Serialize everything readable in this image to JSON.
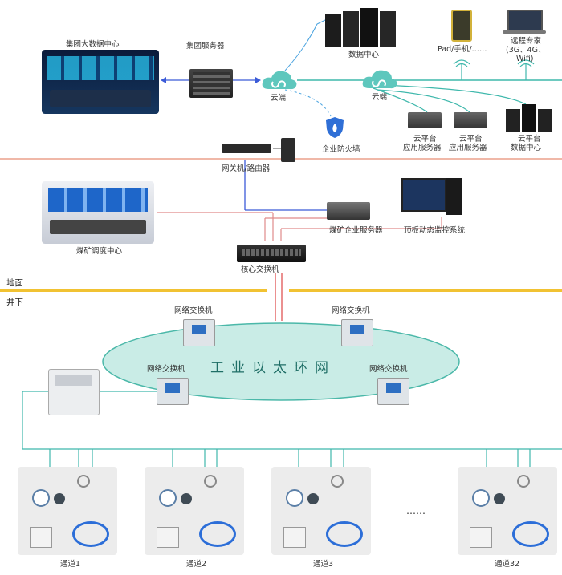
{
  "labels": {
    "group_bigdata": "集团大数据中心",
    "group_server": "集团服务器",
    "cloud_left": "云端",
    "datacenter": "数据中心",
    "pad": "Pad/手机/……",
    "expert_1": "远程专家",
    "expert_2": "(3G、4G、",
    "expert_3": "Wifi)",
    "cloud_right": "云端",
    "cloud_app1_1": "云平台",
    "cloud_app1_2": "应用服务器",
    "cloud_app2_1": "云平台",
    "cloud_app2_2": "应用服务器",
    "cloud_data_1": "云平台",
    "cloud_data_2": "数据中心",
    "firewall": "企业防火墙",
    "gateway": "网关机/路由器",
    "dispatch": "煤矿调度中心",
    "mine_server": "煤矿企业服务器",
    "roof_system": "顶板动态监控系统",
    "core_switch": "核心交换机",
    "zone_surface": "地面",
    "zone_underground": "井下",
    "net_switch_tl": "网络交换机",
    "net_switch_tr": "网络交换机",
    "net_switch_ml": "网络交换机",
    "net_switch_mr": "网络交换机",
    "ring_label": "工业以太环网",
    "channel_1": "通道1",
    "channel_2": "通道2",
    "channel_3": "通道3",
    "channel_32": "通道32",
    "ellipsis": "……"
  },
  "colors": {
    "teal_line": "#3fb8ac",
    "red_line": "#e08a8a",
    "blue_line": "#3b5bd8",
    "surface_divider": "#f1c232",
    "ring_fill": "#c9ece6",
    "ring_stroke": "#4bb8a9",
    "cloud_fill": "#5ec7bd"
  }
}
